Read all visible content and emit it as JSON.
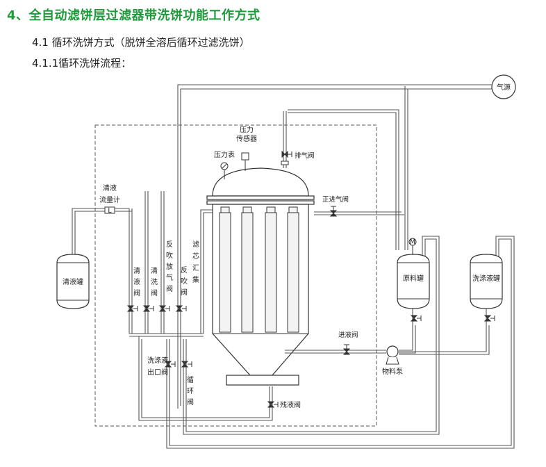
{
  "heading": "4、全自动滤饼层过滤器带洗饼功能工作方式",
  "section": "4.1  循环洗饼方式（脱饼全溶后循环过滤洗饼）",
  "subsection": "4.1.1循环洗饼流程：",
  "diagram": {
    "labels": {
      "gas_source": "气源",
      "pressure_sensor": [
        "压力",
        "传感器"
      ],
      "pressure_gauge": "压力表",
      "vent_valve": "排气阀",
      "positive_air_valve": "正进气阀",
      "clear_liquid": "清液",
      "flow_meter": "流量计",
      "flowmeter_symbol": "L",
      "clear_tank": "清液罐",
      "clear_valve_1": [
        "清",
        "液",
        "阀"
      ],
      "clear_valve_2": [
        "清",
        "洗",
        "阀"
      ],
      "backblow_vent_valve": [
        "反",
        "吹",
        "放",
        "气",
        "阀"
      ],
      "backblow_valve": [
        "反",
        "吹",
        "阀"
      ],
      "cartridge_collect": [
        "滤",
        "芯",
        "汇",
        "集"
      ],
      "wash_outlet_valve": [
        "洗涤液",
        "出口阀"
      ],
      "circulation_valve": [
        "循",
        "环",
        "阀"
      ],
      "residue_valve": "残液阀",
      "feed_valve": "进液阀",
      "pump": "物料泵",
      "raw_tank": "原料罐",
      "wash_tank": "洗涤液罐",
      "motor": "M"
    }
  }
}
